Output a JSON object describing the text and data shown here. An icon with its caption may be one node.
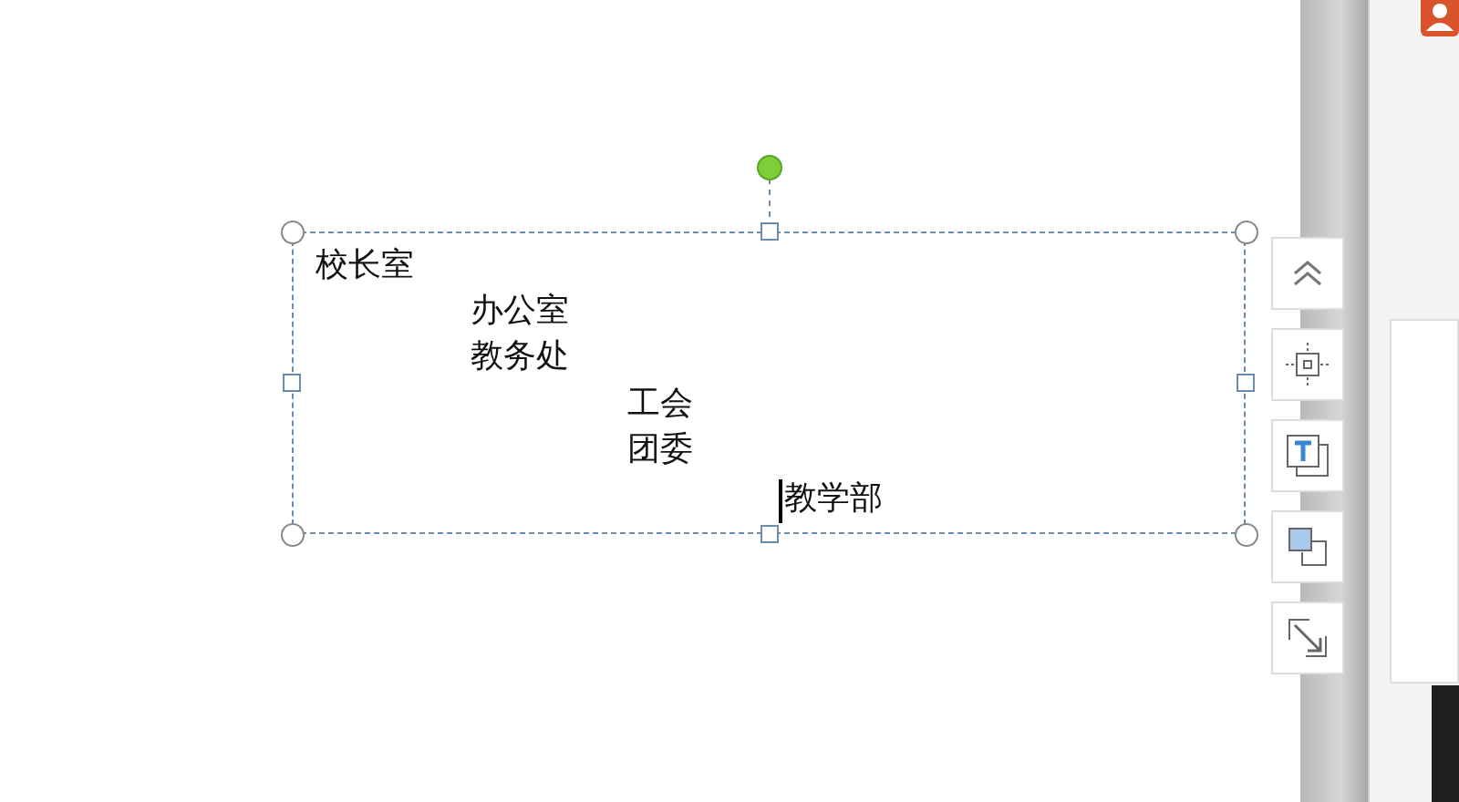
{
  "diagram": {
    "nodes": [
      {
        "text": [
          "校长室",
          "办公室",
          "教务处",
          "工会",
          "团委",
          "教学部"
        ]
      }
    ]
  }
}
